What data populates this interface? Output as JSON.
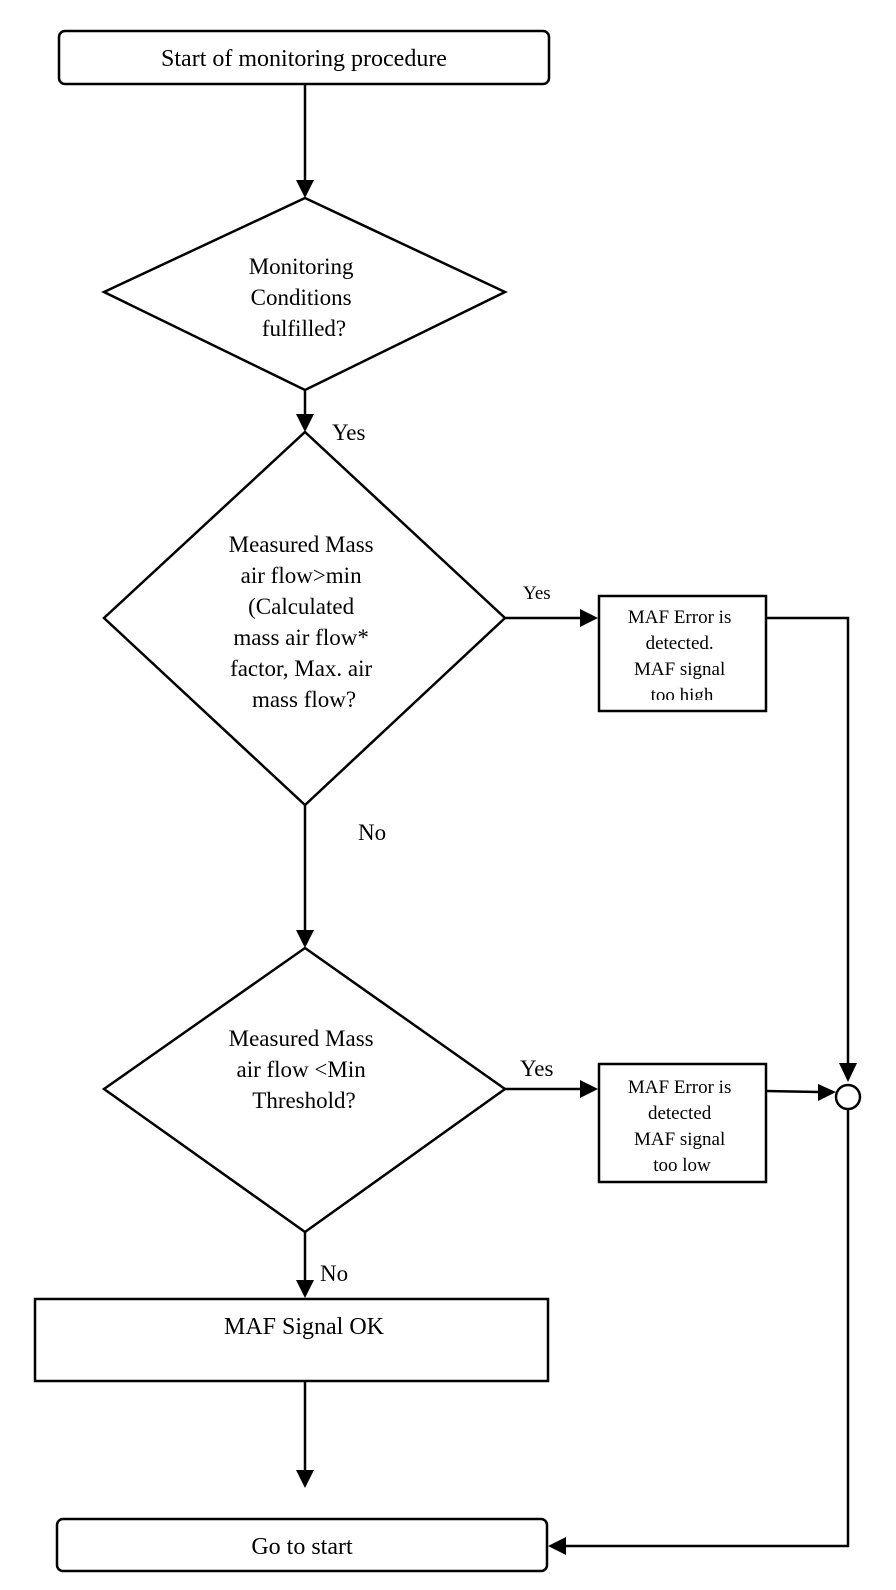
{
  "nodes": {
    "start": "Start of monitoring procedure",
    "decision_conditions": [
      "Monitoring",
      "Conditions",
      "fulfilled?"
    ],
    "decision_high": [
      "Measured Mass",
      "air flow>min",
      "(Calculated",
      "mass air flow*",
      "factor, Max. air",
      "mass flow?"
    ],
    "error_high": [
      "MAF Error is",
      "detected.",
      "MAF signal",
      "too high"
    ],
    "decision_low": [
      "Measured Mass",
      "air flow <Min",
      "Threshold?"
    ],
    "error_low": [
      "MAF Error is",
      "detected",
      "MAF signal",
      "too low"
    ],
    "ok": "MAF Signal OK",
    "end": "Go to start"
  },
  "edge_labels": {
    "conditions_yes": "Yes",
    "high_yes": "Yes",
    "high_no": "No",
    "low_yes": "Yes",
    "low_no": "No"
  }
}
